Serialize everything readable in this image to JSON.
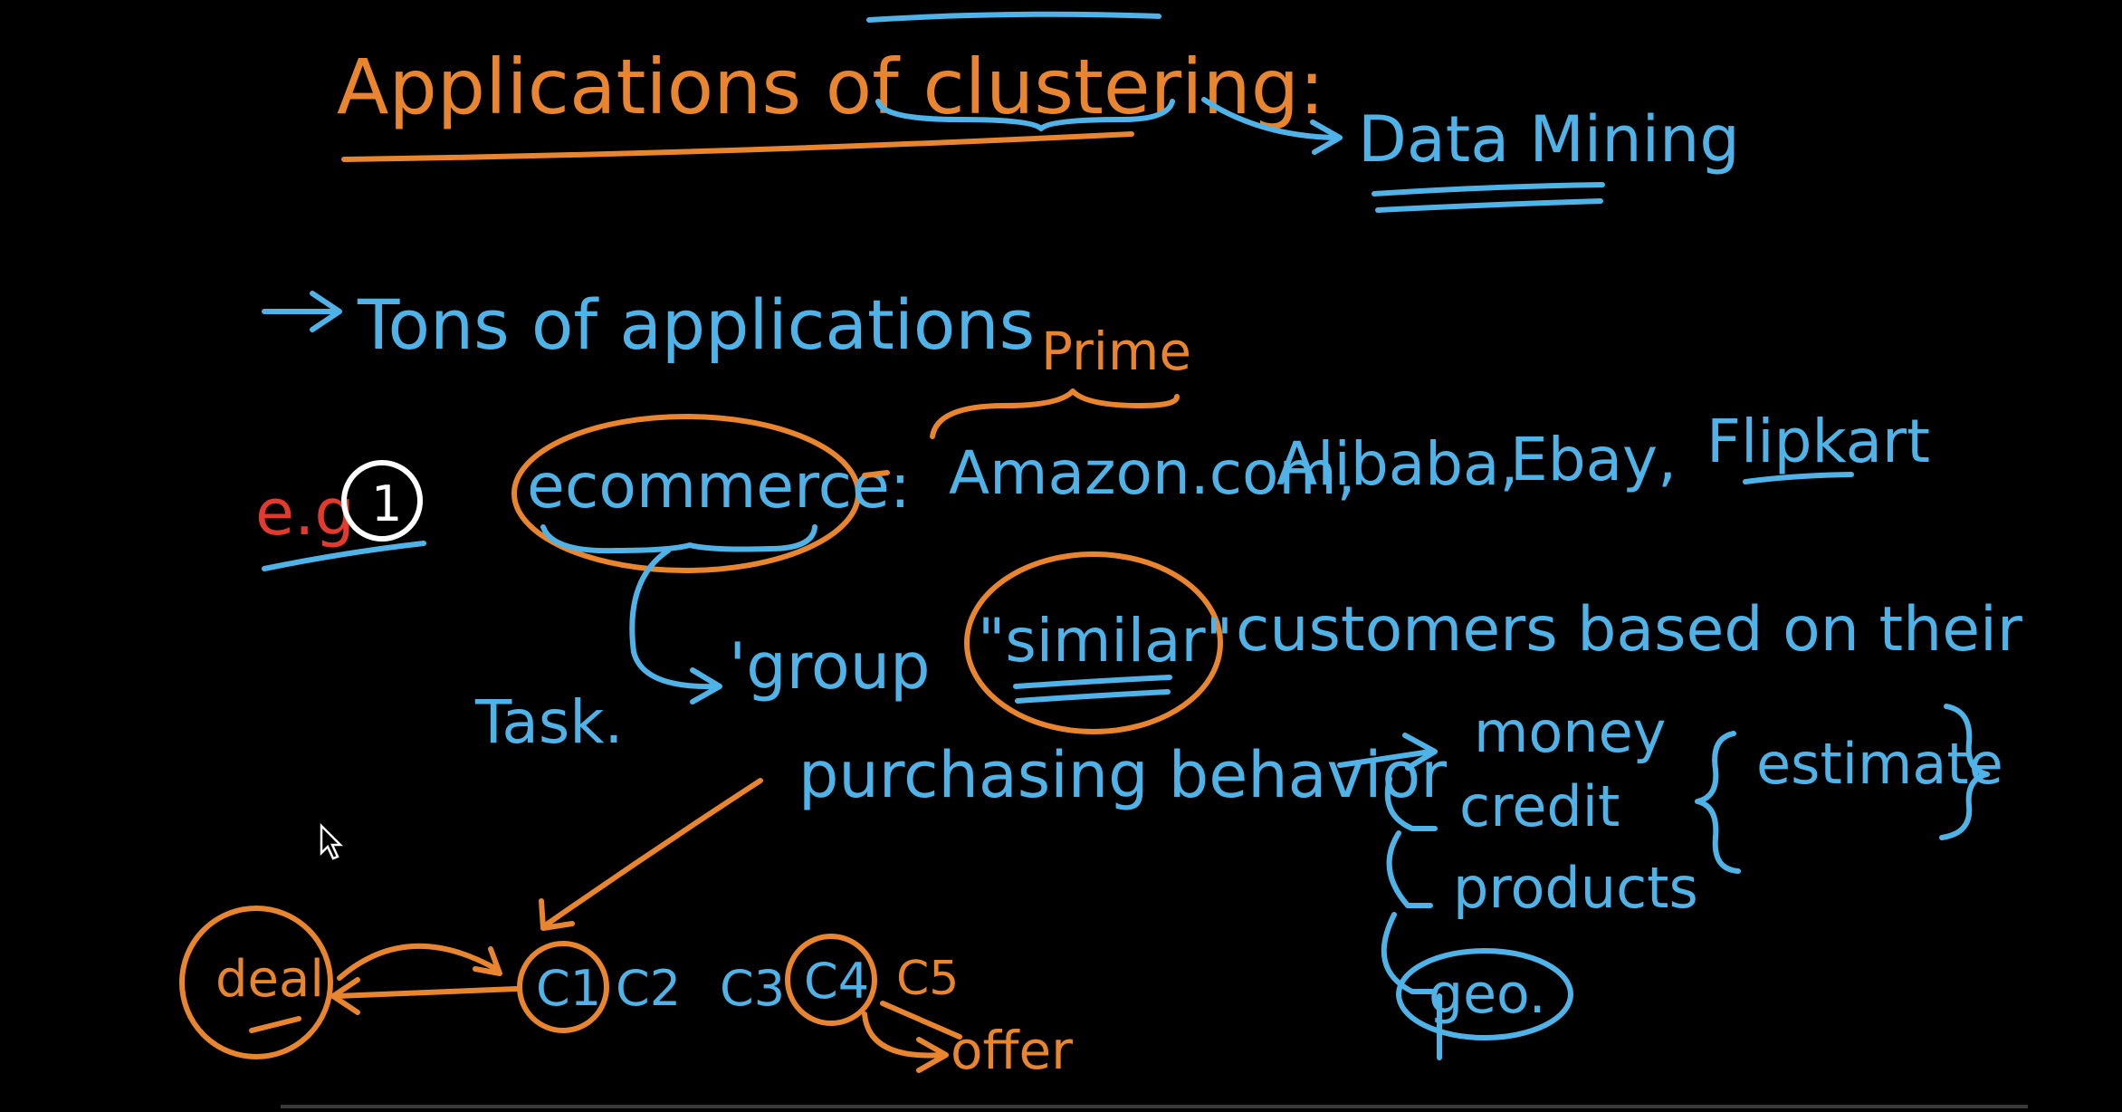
{
  "title": "Applications of clustering:",
  "data_mining": "Data Mining",
  "tons": "Tons of applications",
  "prime": "Prime",
  "eg_label": "e.g",
  "eg_number": "1",
  "ecommerce": "ecommerce:",
  "companies": {
    "amazon": "Amazon.com,",
    "alibaba": "Alibaba,",
    "ebay": "Ebay,",
    "flipkart": "Flipkart"
  },
  "task": "Task.",
  "group": "'group",
  "similar": "\"similar\"",
  "customers_line": "customers based on their",
  "purchasing": "purchasing behavior",
  "attributes": [
    "money",
    "credit",
    "products",
    "geo."
  ],
  "estimate": "estimate",
  "deal": "deal",
  "clusters": [
    "C1",
    "C2",
    "C3",
    "C4",
    "C5"
  ],
  "offer": "offer",
  "colors": {
    "background": "#000000",
    "orange": "#E8852E",
    "blue": "#4FB3E8",
    "red": "#E23B2E",
    "white": "#FFFFFF"
  }
}
